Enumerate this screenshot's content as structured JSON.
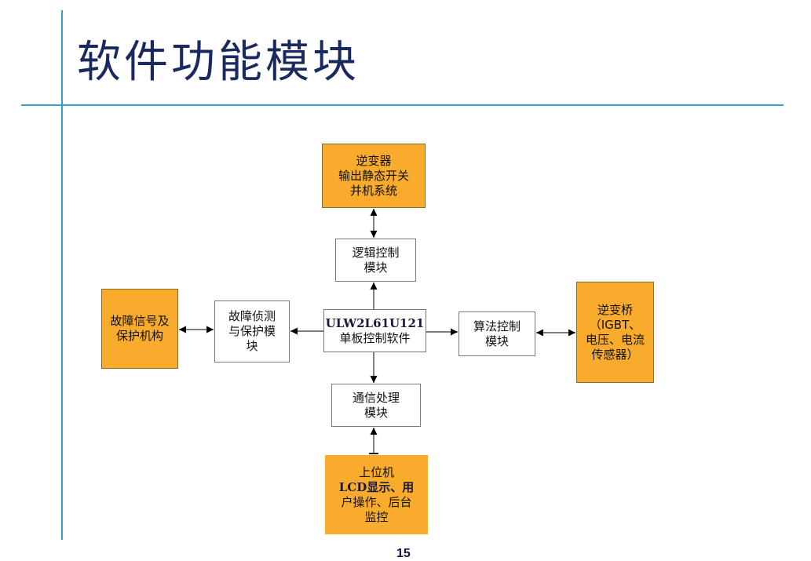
{
  "slide": {
    "title": "软件功能模块",
    "page_number": "15"
  },
  "colors": {
    "accent_line": "#3a9fc2",
    "title_text": "#1a2a5e",
    "orange_box": "#f9ab2c",
    "white_box_border": "#7a7a7a"
  },
  "diagram": {
    "center": {
      "line1": "ULW2L61U121",
      "line2": "单板控制软件"
    },
    "top_external": {
      "lines": [
        "逆变器",
        "输出静态开关",
        "并机系统"
      ]
    },
    "logic_module": {
      "lines": [
        "逻辑控制",
        "模块"
      ]
    },
    "left_external": {
      "lines": [
        "故障信号及",
        "保护机构"
      ]
    },
    "fault_module": {
      "lines": [
        "故障侦测",
        "与保护模",
        "块"
      ]
    },
    "algo_module": {
      "lines": [
        "算法控制",
        "模块"
      ]
    },
    "right_external": {
      "lines": [
        "逆变桥",
        "（IGBT、",
        "电压、电流",
        "传感器）"
      ]
    },
    "comm_module": {
      "lines": [
        "通信处理",
        "模块"
      ]
    },
    "bottom_external": {
      "line1": "上位机",
      "line2_bold": "LCD显示、用",
      "line3": "户操作、后台",
      "line4": "监控"
    }
  }
}
